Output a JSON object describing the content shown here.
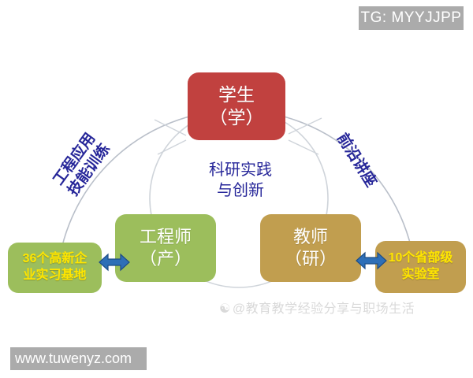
{
  "overlays": {
    "tg_badge": "TG: MYYJJPP",
    "site_url": "www.tuwenyz.com",
    "watermark": "@教育教学经验分享与职场生活"
  },
  "diagram": {
    "title_center": {
      "line1": "科研实践",
      "line2": "与创新"
    },
    "nodes": [
      {
        "id": "student",
        "line1": "学生",
        "line2": "（学）",
        "color": "#c1413f"
      },
      {
        "id": "engineer",
        "line1": "工程师",
        "line2": "（产）",
        "color": "#9cbe5c"
      },
      {
        "id": "teacher",
        "line1": "教师",
        "line2": "（研）",
        "color": "#c19e4f"
      }
    ],
    "side_labels": [
      {
        "id": "internship",
        "line1": "36个高新企",
        "line2": "业实习基地",
        "color": "#9cbe5c",
        "text_color": "#ffe600"
      },
      {
        "id": "lab",
        "line1": "10个省部级",
        "line2": "实验室",
        "color": "#c19e4f",
        "text_color": "#ffe600"
      }
    ],
    "arc_captions": [
      {
        "id": "left",
        "line1": "工程应用",
        "line2": "技能训练",
        "color": "#262699"
      },
      {
        "id": "right",
        "line1": "前沿讲座",
        "line2": "",
        "color": "#262699"
      }
    ],
    "connector_color": "#2e6fb7",
    "arc_stroke_color": "#b9bfc9"
  }
}
